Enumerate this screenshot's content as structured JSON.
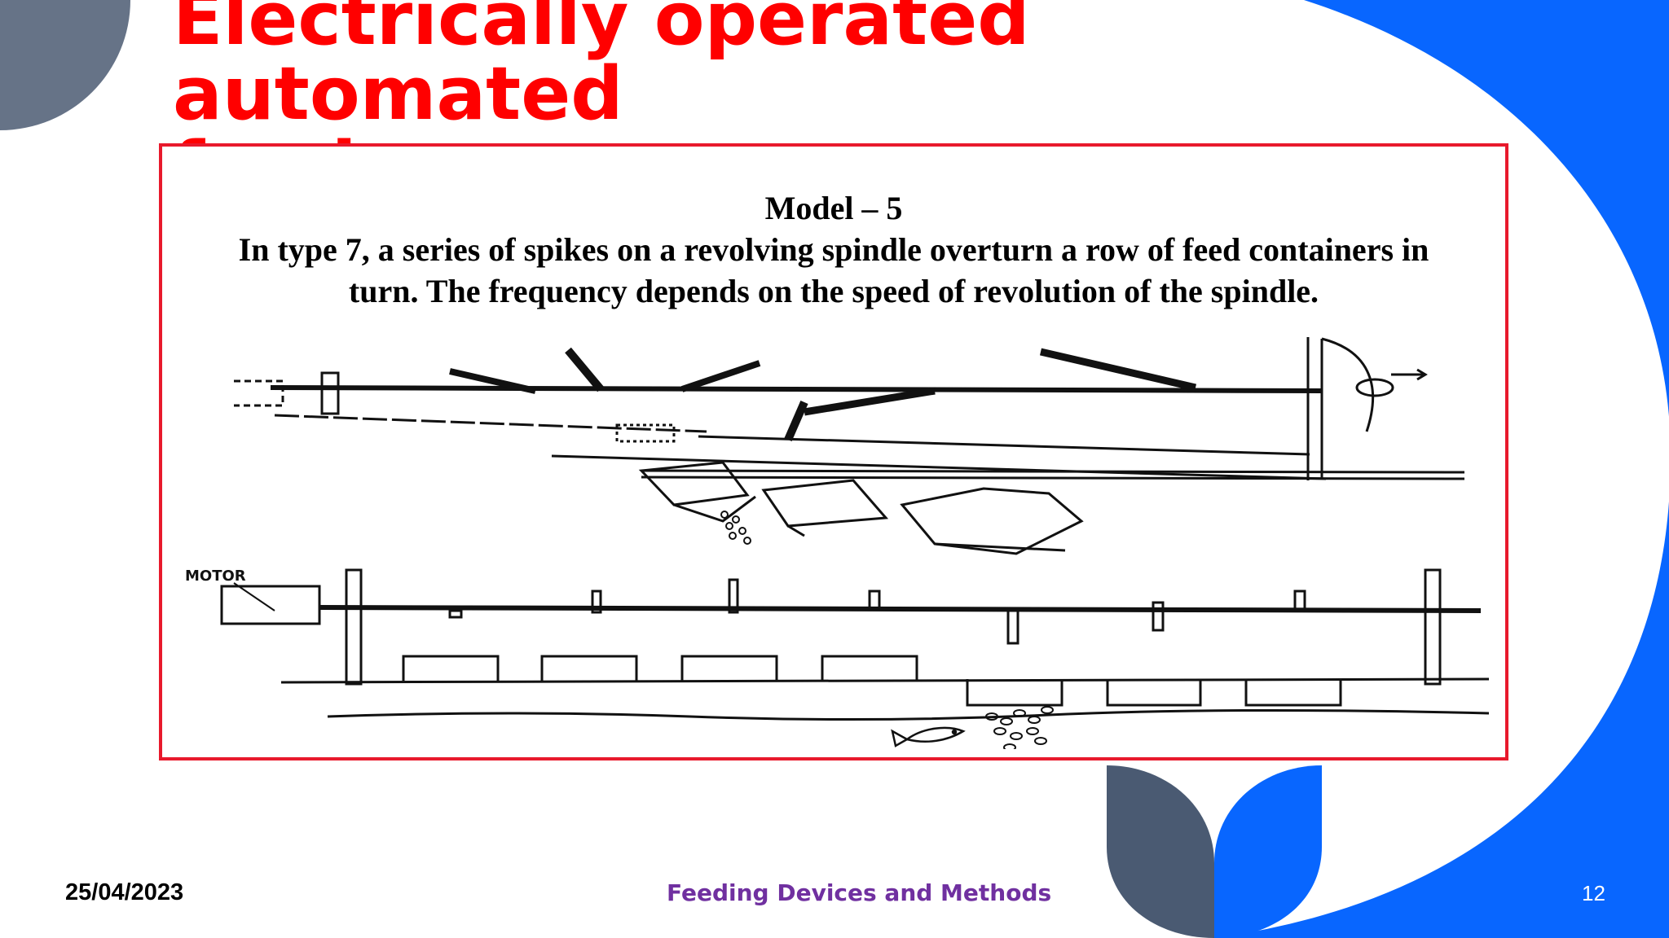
{
  "slide": {
    "title_line1": "Electrically operated automated",
    "title_line2": "feeders",
    "caption_heading": "Model – 5",
    "caption_line1": "In type 7, a series of spikes on a revolving spindle overturn a row of feed containers in",
    "caption_line2": "turn. The frequency depends on the speed of revolution of the spindle.",
    "motor_label": "MOTOR",
    "footer_date": "25/04/2023",
    "footer_title": "Feeding Devices and Methods",
    "page_number": "12"
  },
  "colors": {
    "title": "#ff0000",
    "frame_border": "#e8192c",
    "accent_blue": "#0866ff",
    "slate": "#4a5a72",
    "corner_gray": "#667387",
    "footer_title": "#7030a0"
  },
  "icons": [
    "corner-quarter-circle-shape",
    "blue-arc-background-shape",
    "leaf-shape",
    "fish-icon"
  ]
}
